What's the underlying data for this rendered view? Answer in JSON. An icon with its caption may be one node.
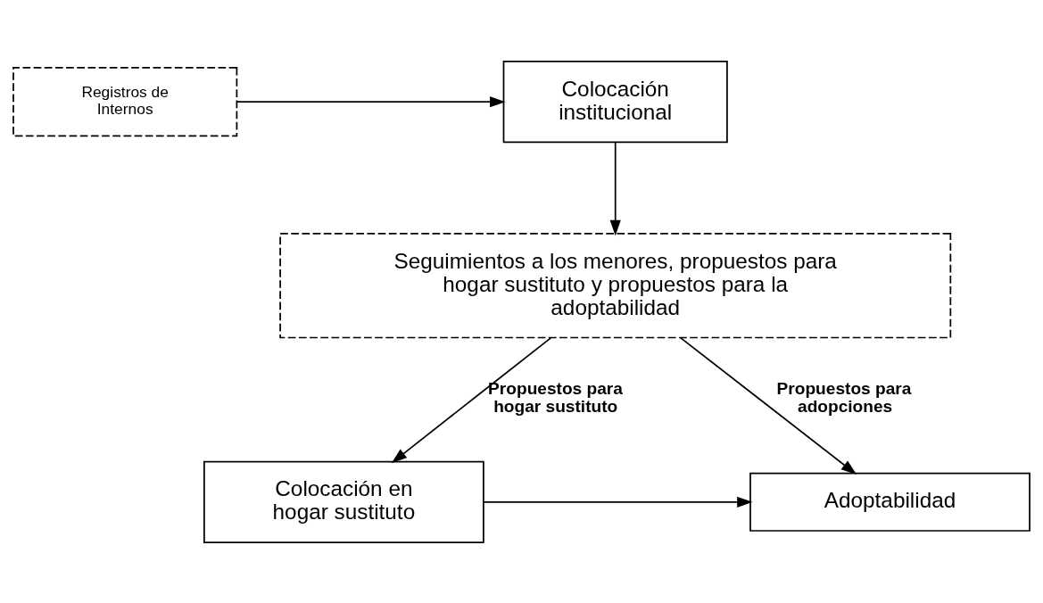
{
  "diagram": {
    "nodes": [
      {
        "text": [
          "Registros de Internos"
        ]
      },
      {
        "text": [
          "Colocación institucional"
        ]
      },
      {
        "text": [
          "Seguimientos a los menores, propuestos para hogar sustituto y propuestos para la adoptabilidad"
        ]
      },
      {
        "text": [
          "Colocación en hogar sustituto"
        ]
      },
      {
        "text": [
          "Adoptabilidad"
        ]
      }
    ],
    "edges": [
      {
        "from": 0,
        "to": 1,
        "arrow": "to"
      },
      {
        "from": 1,
        "to": 2,
        "arrow": "to"
      },
      {
        "from": 2,
        "to": 3,
        "arrow": "to",
        "label": "Propuestos para hogar sustituto"
      },
      {
        "from": 2,
        "to": 4,
        "arrow": "to",
        "label": "Propuestos para adopciones"
      },
      {
        "from": 3,
        "to": 4,
        "arrow": "to"
      }
    ]
  }
}
